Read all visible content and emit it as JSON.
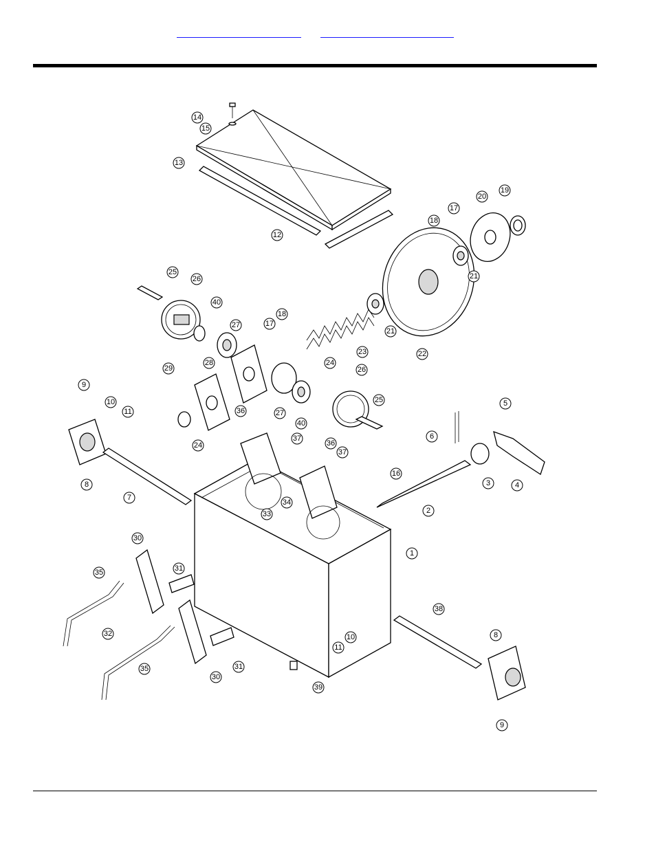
{
  "header": {
    "link_a": "",
    "link_b": ""
  },
  "callouts": [
    "1",
    "2",
    "3",
    "4",
    "5",
    "6",
    "7",
    "8",
    "8",
    "9",
    "9",
    "10",
    "10",
    "11",
    "11",
    "12",
    "13",
    "14",
    "15",
    "16",
    "17",
    "17",
    "18",
    "18",
    "19",
    "20",
    "21",
    "21",
    "22",
    "23",
    "24",
    "24",
    "25",
    "25",
    "26",
    "26",
    "27",
    "27",
    "28",
    "29",
    "30",
    "30",
    "31",
    "31",
    "32",
    "33",
    "34",
    "35",
    "35",
    "36",
    "36",
    "37",
    "37",
    "38",
    "39",
    "40",
    "40"
  ]
}
